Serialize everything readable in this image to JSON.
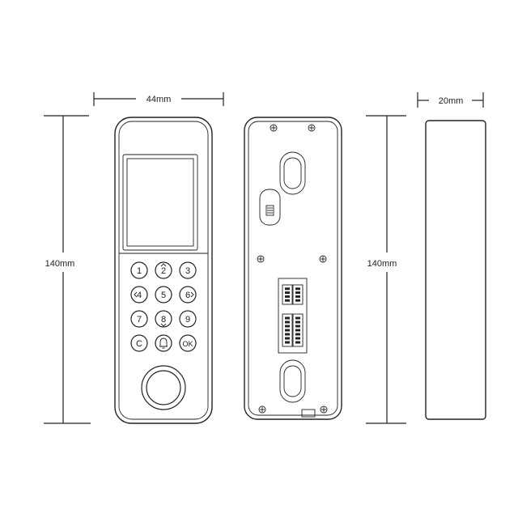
{
  "dimensions": {
    "width_label": "44mm",
    "height_label_front": "140mm",
    "height_label_back": "140mm",
    "depth_label": "20mm"
  },
  "keypad": {
    "keys": [
      {
        "label": "1",
        "name": "key-1"
      },
      {
        "label": "2",
        "name": "key-2",
        "arrow": "up"
      },
      {
        "label": "3",
        "name": "key-3"
      },
      {
        "label": "4",
        "name": "key-4",
        "arrow": "left"
      },
      {
        "label": "5",
        "name": "key-5"
      },
      {
        "label": "6",
        "name": "key-6",
        "arrow": "right"
      },
      {
        "label": "7",
        "name": "key-7"
      },
      {
        "label": "8",
        "name": "key-8",
        "arrow": "down"
      },
      {
        "label": "9",
        "name": "key-9"
      },
      {
        "label": "C",
        "name": "key-c"
      },
      {
        "label": "",
        "name": "key-bell",
        "icon": "bell-icon"
      },
      {
        "label": "OK",
        "name": "key-ok"
      }
    ]
  },
  "colors": {
    "stroke": "#222222",
    "background": "#ffffff"
  }
}
